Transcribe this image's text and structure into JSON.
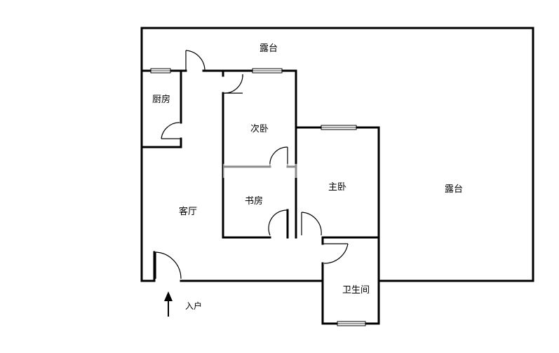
{
  "rooms": {
    "terrace_top": "露台",
    "terrace_right": "露台",
    "kitchen": "厨房",
    "second_bedroom": "次卧",
    "master_bedroom": "主卧",
    "study": "书房",
    "living_room": "客厅",
    "bathroom": "卫生间"
  },
  "entrance": {
    "label": "入户",
    "arrow_icon": "up-arrow-icon"
  },
  "colors": {
    "wall": "#000000",
    "background": "#ffffff"
  }
}
